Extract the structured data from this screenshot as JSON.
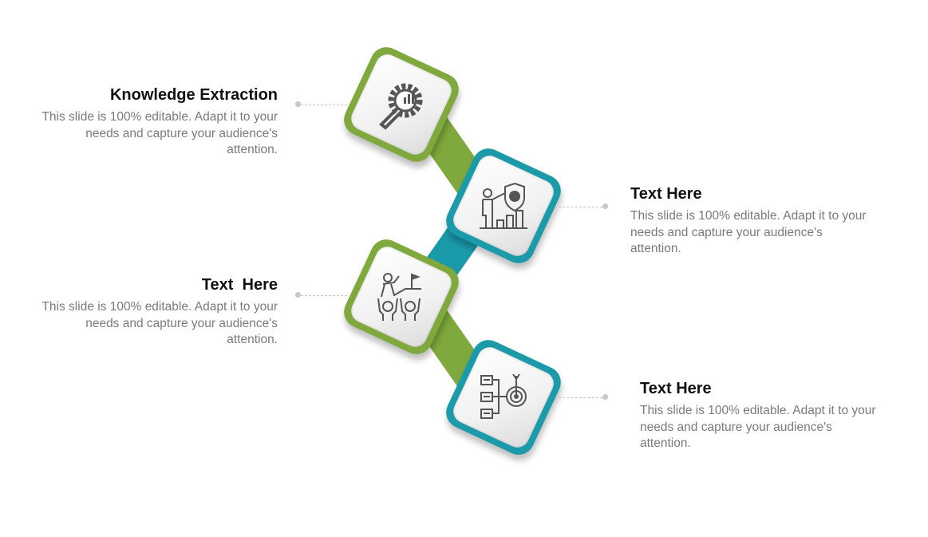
{
  "items": [
    {
      "title": "Knowledge Extraction",
      "body": "This slide is 100% editable. Adapt it to your needs and capture your audience's attention.",
      "icon": "wrench-gear-chart-icon",
      "color": "#7fa93c"
    },
    {
      "title": "Text Here",
      "body": "This slide is 100% editable. Adapt it to your needs and capture your audience's attention.",
      "icon": "presenter-shield-gear-icon",
      "color": "#1b9aaa"
    },
    {
      "title": "Text  Here",
      "body": "This slide is 100% editable. Adapt it to your needs and capture your audience's attention.",
      "icon": "team-goal-flag-icon",
      "color": "#7fa93c"
    },
    {
      "title": "Text Here",
      "body": "This slide is 100% editable. Adapt it to your needs and capture your audience's attention.",
      "icon": "hierarchy-target-icon",
      "color": "#1b9aaa"
    }
  ]
}
